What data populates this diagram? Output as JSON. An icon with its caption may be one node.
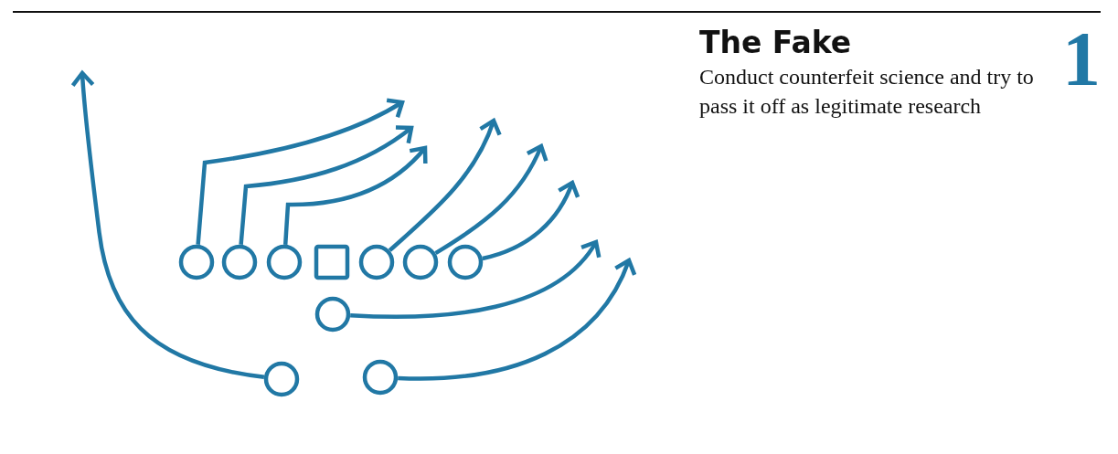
{
  "diagram": {
    "title": "The Fake",
    "nodes": [
      {
        "text": [],
        "shape": "circle"
      },
      {
        "text": [],
        "shape": "circle"
      },
      {
        "text": [],
        "shape": "circle"
      },
      {
        "text": [],
        "shape": "box"
      },
      {
        "text": [],
        "shape": "circle"
      },
      {
        "text": [],
        "shape": "circle"
      },
      {
        "text": [],
        "shape": "circle"
      },
      {
        "text": [],
        "shape": "circle"
      },
      {
        "text": [],
        "shape": "circle"
      },
      {
        "text": [],
        "shape": "circle"
      }
    ],
    "edges": [
      {
        "from": 0,
        "to": null,
        "arrow": "to"
      },
      {
        "from": 1,
        "to": null,
        "arrow": "to"
      },
      {
        "from": 2,
        "to": null,
        "arrow": "to"
      },
      {
        "from": 4,
        "to": null,
        "arrow": "to"
      },
      {
        "from": 5,
        "to": null,
        "arrow": "to"
      },
      {
        "from": 6,
        "to": null,
        "arrow": "to"
      },
      {
        "from": 7,
        "to": null,
        "arrow": "to"
      },
      {
        "from": 8,
        "to": null,
        "arrow": "to"
      },
      {
        "from": 9,
        "to": null,
        "arrow": "to"
      }
    ],
    "labels": [
      "1",
      "Conduct counterfeit science and try to pass it off as legitimate research"
    ]
  }
}
